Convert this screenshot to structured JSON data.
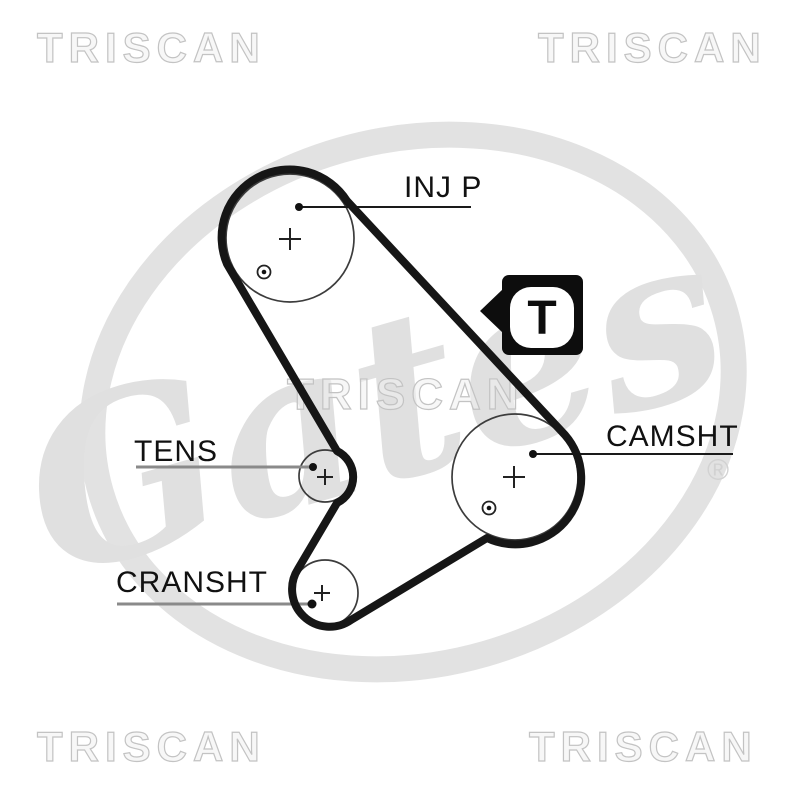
{
  "diagram_type": "timing-belt-routing",
  "labels": {
    "injp": "INJ P",
    "camsht": "CAMSHT",
    "tens": "TENS",
    "cransht": "CRANSHT"
  },
  "pulleys": [
    {
      "id": "injection-pump",
      "label": "INJ P",
      "center_mark": "+",
      "has_bolt_mark": true
    },
    {
      "id": "tensioner",
      "label": "TENS",
      "center_mark": "+",
      "has_bolt_mark": false
    },
    {
      "id": "crankshaft",
      "label": "CRANSHT",
      "center_mark": "+",
      "has_bolt_mark": false
    },
    {
      "id": "camshaft",
      "label": "CAMSHT",
      "center_mark": "+",
      "has_bolt_mark": true
    }
  ],
  "timing_mark": {
    "letter": "T"
  },
  "watermarks": {
    "brand_text": "TRISCAN",
    "logo_script": "Gates",
    "registered_symbol": "®"
  },
  "colors": {
    "belt": "#161616",
    "pulley_outline": "#3c3c3c",
    "leader_black": "#1a1a1a",
    "leader_gray": "#8a8a8a",
    "label_text": "#111111",
    "triscan_watermark": "#c3c3c3",
    "gates_watermark": "#e0e0e0",
    "background": "#ffffff"
  }
}
